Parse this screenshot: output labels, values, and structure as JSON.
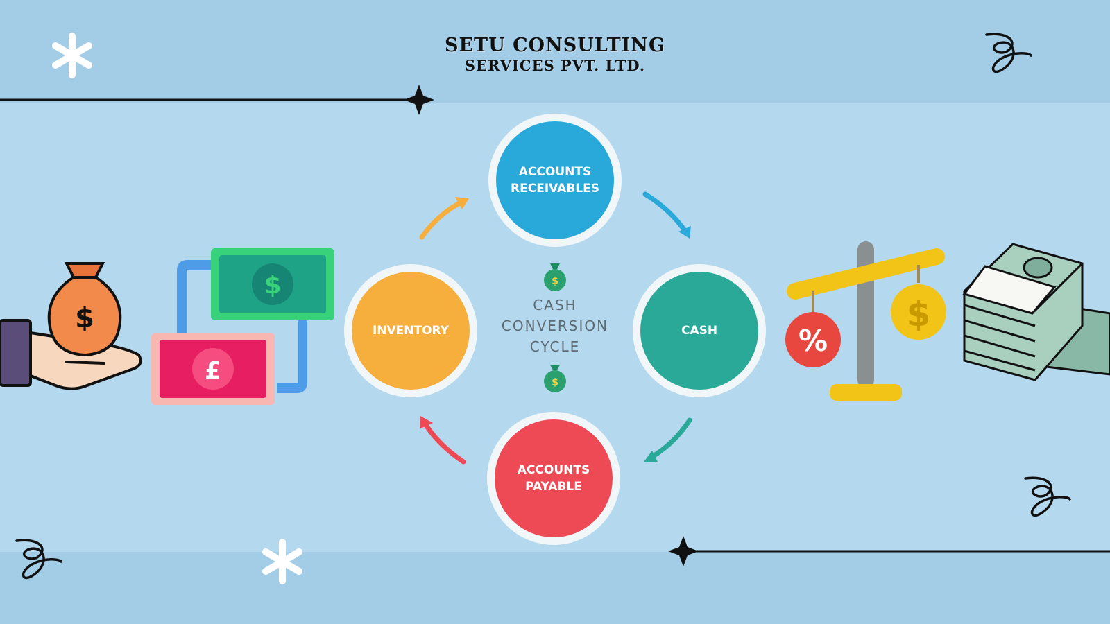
{
  "header": {
    "title_line1": "SETU CONSULTING",
    "title_line2": "SERVICES PVT. LTD."
  },
  "cycle": {
    "center_lines": [
      "CASH",
      "CONVERSION",
      "CYCLE"
    ],
    "nodes": [
      {
        "id": "accounts-receivables",
        "lines": [
          "ACCOUNTS",
          "RECEIVABLES"
        ],
        "color": "#29a9d9"
      },
      {
        "id": "cash",
        "lines": [
          "CASH"
        ],
        "color": "#2aa898"
      },
      {
        "id": "accounts-payable",
        "lines": [
          "ACCOUNTS",
          "PAYABLE"
        ],
        "color": "#ee4a55"
      },
      {
        "id": "inventory",
        "lines": [
          "INVENTORY"
        ],
        "color": "#f6ae3d"
      }
    ],
    "arrow_colors": {
      "inventory_to_receivables": "#f6ae3d",
      "receivables_to_cash": "#29a9d9",
      "cash_to_payable": "#2aa898",
      "payable_to_inventory": "#ee4a55"
    }
  },
  "icons": [
    "asterisk-icon",
    "squiggle-icon",
    "four-point-star-icon",
    "money-bag-icon",
    "hand-holding-money-icon",
    "currency-exchange-icon",
    "balance-scale-icon",
    "cash-stack-icon"
  ],
  "colors": {
    "background": "#a6cfe8",
    "panel": "#b4d8ee",
    "divider": "#111111"
  }
}
